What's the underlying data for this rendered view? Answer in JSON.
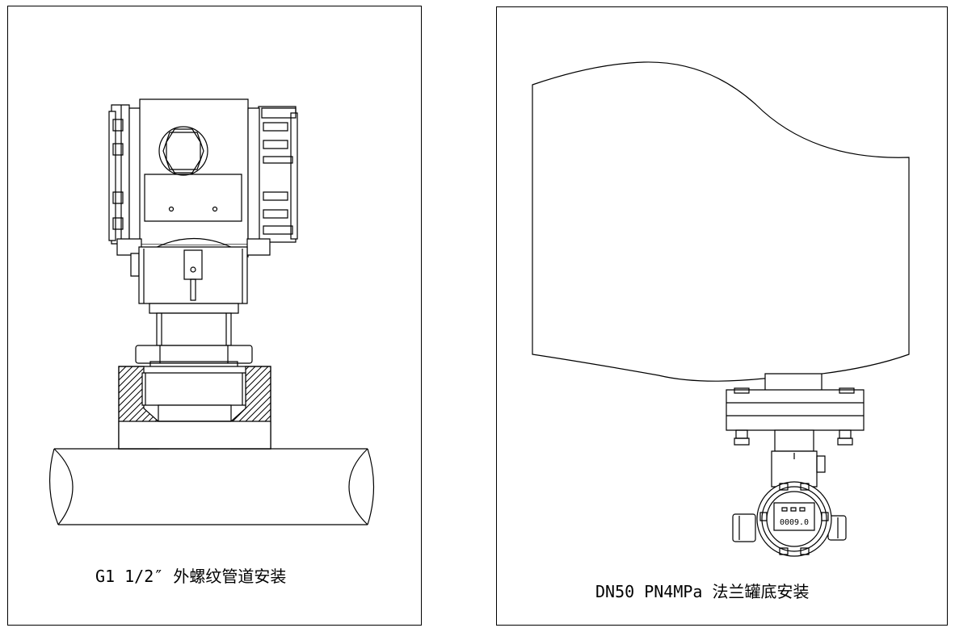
{
  "captions": {
    "left": "G1 1/2″ 外螺纹管道安装",
    "right": "DN50 PN4MPa 法兰罐底安装"
  },
  "display": {
    "reading": "0009.0"
  }
}
